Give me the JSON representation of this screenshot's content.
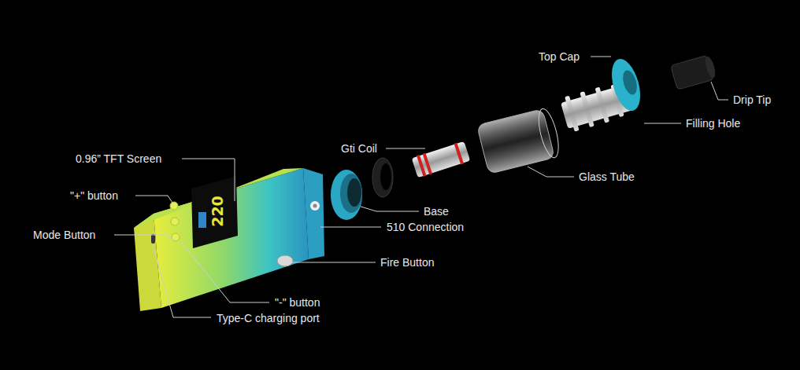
{
  "diagram": {
    "labels": [
      "Top Cap",
      "Drip Tip",
      "Filling Hole",
      "Gti Coil",
      "Glass Tube",
      "0.96” TFT Screen",
      "\"+\" button",
      "Mode Button",
      "Base",
      "510 Connection",
      "Fire Button",
      "\"-\" button",
      "Type-C charging port",
      "220"
    ]
  }
}
